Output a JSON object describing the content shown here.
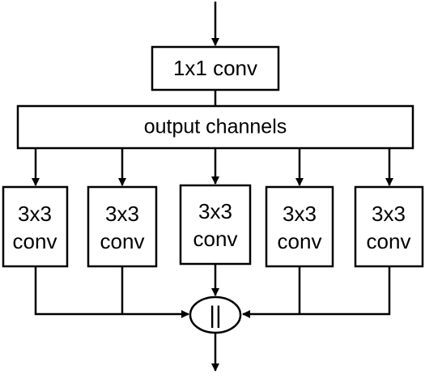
{
  "diagram": {
    "top_block": {
      "label": "1x1 conv"
    },
    "channels_block": {
      "label": "output channels"
    },
    "branches": [
      {
        "line1": "3x3",
        "line2": "conv"
      },
      {
        "line1": "3x3",
        "line2": "conv"
      },
      {
        "line1": "3x3",
        "line2": "conv"
      },
      {
        "line1": "3x3",
        "line2": "conv"
      },
      {
        "line1": "3x3",
        "line2": "conv"
      }
    ],
    "concat_node": {
      "symbol": "||"
    },
    "colors": {
      "stroke": "#000000",
      "fill": "#ffffff"
    }
  }
}
